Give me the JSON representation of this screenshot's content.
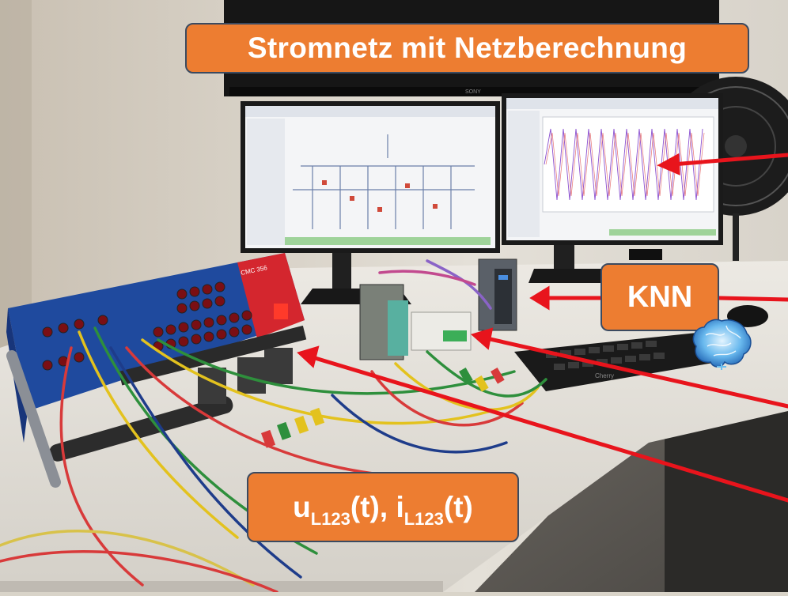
{
  "labels": {
    "title": "Stromnetz mit Netzberechnung",
    "knn": "KNN",
    "signals": {
      "u_base": "u",
      "u_sub": "L123",
      "u_arg": "(t), ",
      "i_base": "i",
      "i_sub": "L123",
      "i_arg": "(t)"
    }
  },
  "monitor_brand": "SONY",
  "device_label": "CMC 356",
  "keyboard_brand": "Cherry",
  "colors": {
    "label_fill": "#ed7d31",
    "label_border": "#3b4a60",
    "arrow": "#e8141c"
  },
  "icons": [
    "brain-icon",
    "arrow-icon"
  ]
}
